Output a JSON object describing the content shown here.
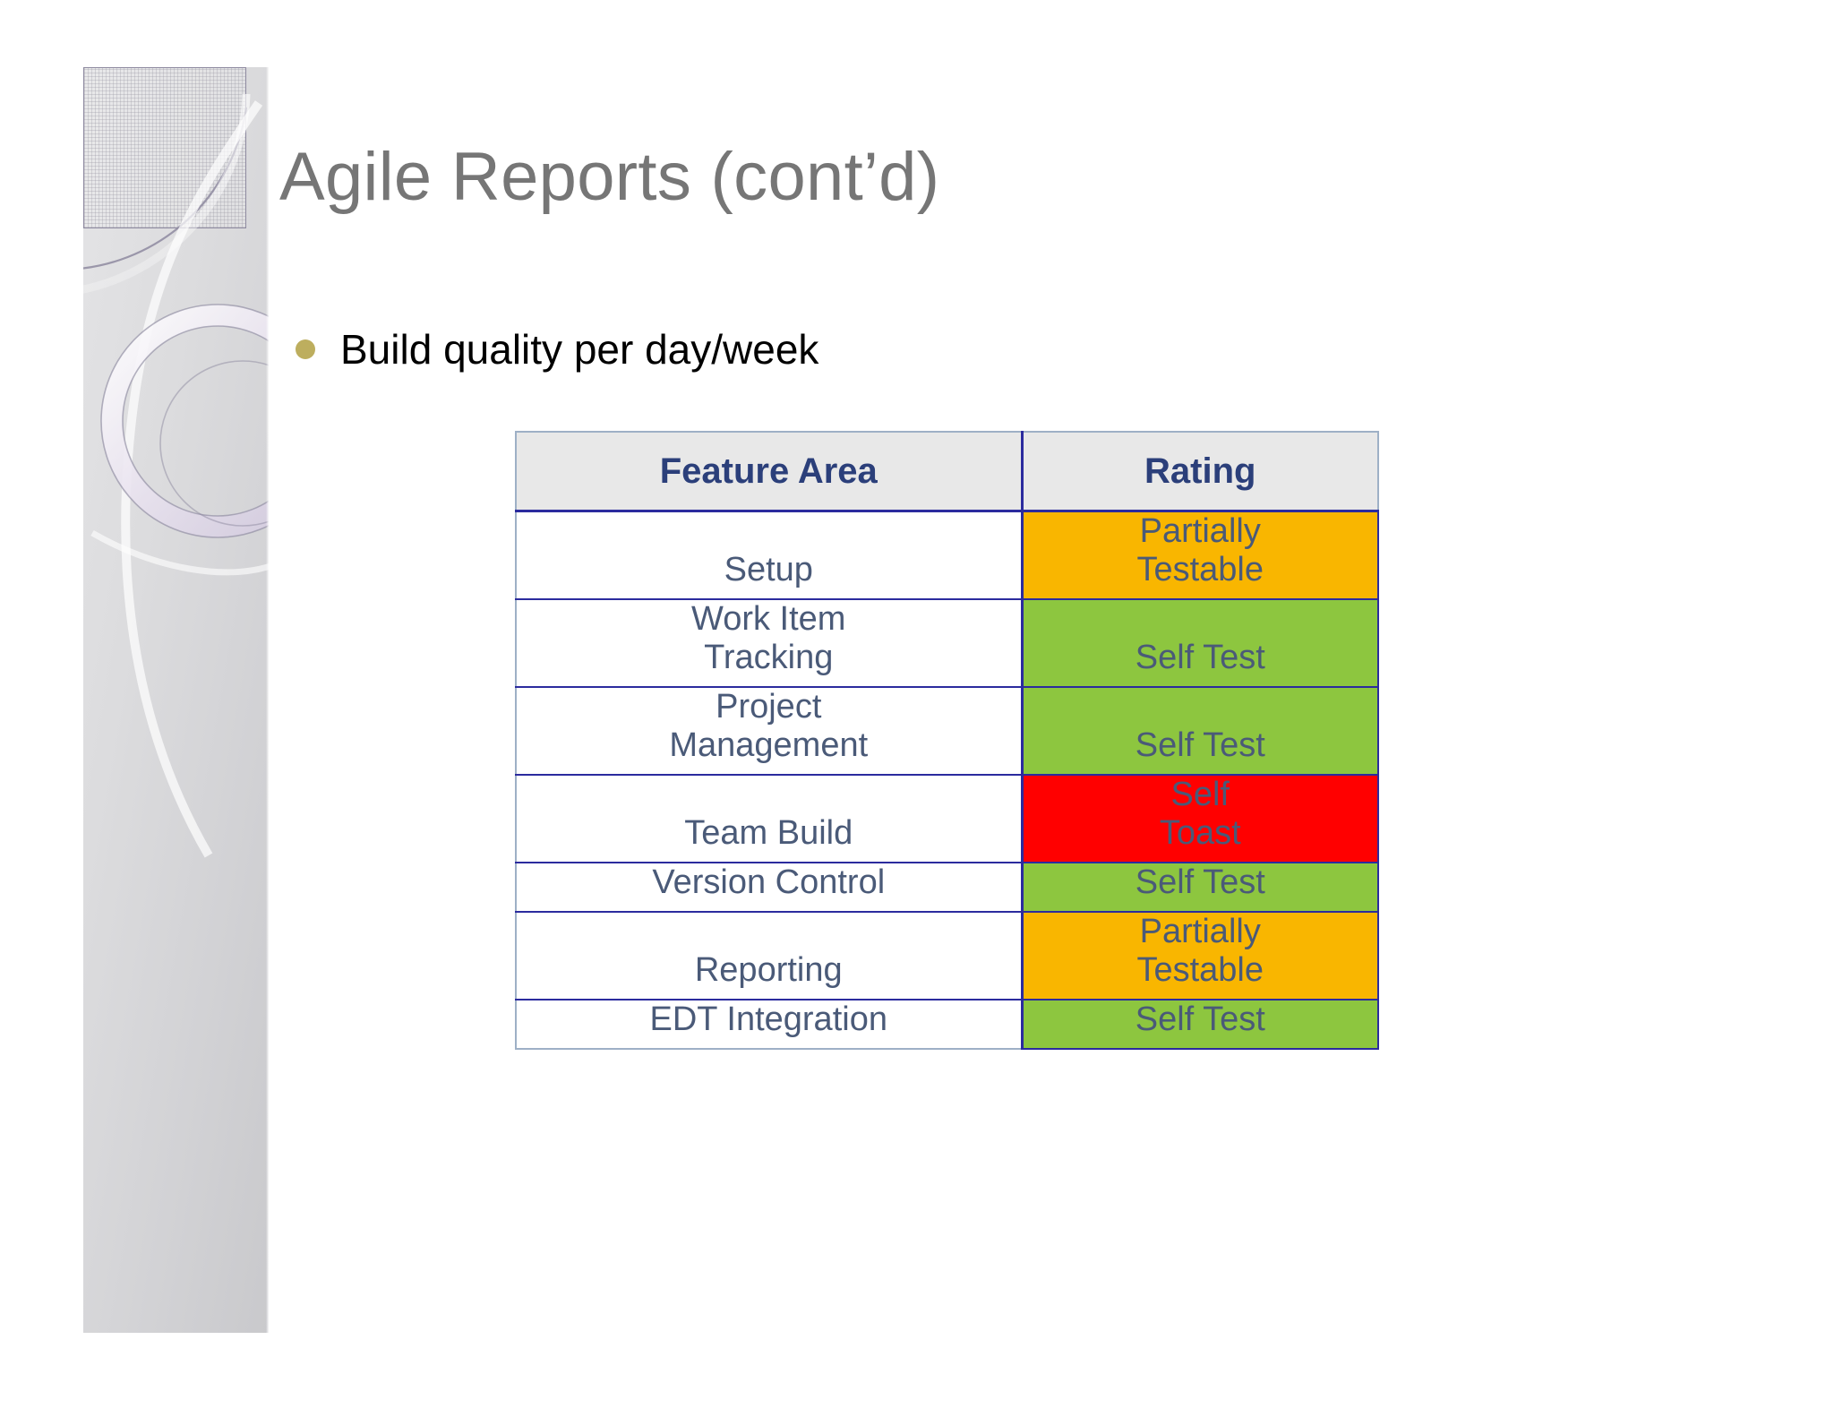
{
  "slide": {
    "title": "Agile Reports (cont’d)",
    "bullets": [
      {
        "text": "Build quality per day/week",
        "marker_color": "#bdae5e"
      }
    ]
  },
  "design": {
    "title_color": "#767676",
    "body_text_color": "#000000",
    "sidebar_band_color": "#d8d8da",
    "sidebar_accent_color": "#8e8aa0",
    "table_border_color": "#2b2b9e",
    "table_header_bg": "#e8e8e8",
    "table_header_text_color": "#2b3f7a",
    "cell_text_color": "#4a5a78",
    "status_colors": {
      "amber": "#f9b600",
      "green": "#8dc63f",
      "red": "#ff0000"
    }
  },
  "table": {
    "columns": [
      "Feature Area",
      "Rating"
    ],
    "rows": [
      {
        "feature": "Setup",
        "feature_lines": [
          "Setup"
        ],
        "rating": "Partially Testable",
        "rating_lines": [
          "Partially",
          "Testable"
        ],
        "status": "amber",
        "status_color": "#f9b600"
      },
      {
        "feature": "Work Item Tracking",
        "feature_lines": [
          "Work Item",
          "Tracking"
        ],
        "rating": "Self Test",
        "rating_lines": [
          "Self Test"
        ],
        "status": "green",
        "status_color": "#8dc63f"
      },
      {
        "feature": "Project Management",
        "feature_lines": [
          "Project",
          "Management"
        ],
        "rating": "Self Test",
        "rating_lines": [
          "Self Test"
        ],
        "status": "green",
        "status_color": "#8dc63f"
      },
      {
        "feature": "Team Build",
        "feature_lines": [
          "Team Build"
        ],
        "rating": "Self Toast",
        "rating_lines": [
          "Self",
          "Toast"
        ],
        "status": "red",
        "status_color": "#ff0000"
      },
      {
        "feature": "Version Control",
        "feature_lines": [
          "Version Control"
        ],
        "rating": "Self Test",
        "rating_lines": [
          "Self Test"
        ],
        "status": "green",
        "status_color": "#8dc63f"
      },
      {
        "feature": "Reporting",
        "feature_lines": [
          "Reporting"
        ],
        "rating": "Partially Testable",
        "rating_lines": [
          "Partially",
          "Testable"
        ],
        "status": "amber",
        "status_color": "#f9b600"
      },
      {
        "feature": "EDT Integration",
        "feature_lines": [
          "EDT Integration"
        ],
        "rating": "Self Test",
        "rating_lines": [
          "Self Test"
        ],
        "status": "green",
        "status_color": "#8dc63f"
      }
    ]
  }
}
